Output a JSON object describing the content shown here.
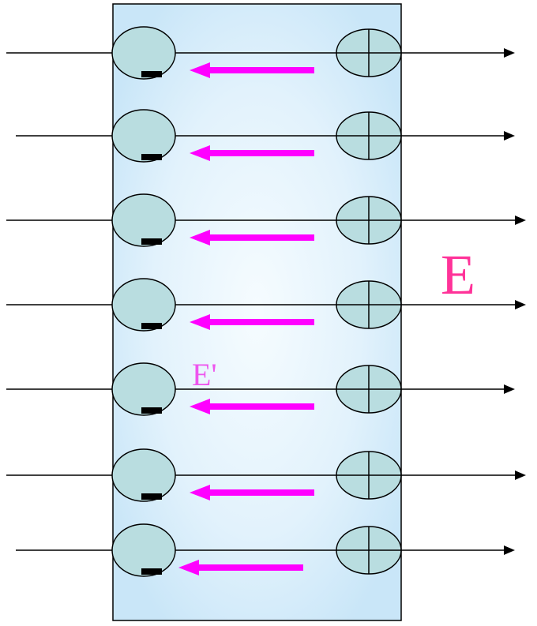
{
  "diagram": {
    "external_field_label": "E",
    "induced_field_label": "E'",
    "colors": {
      "slab_fill_edge": "#cfe8f7",
      "slab_fill_center": "#f4fbff",
      "slab_border": "#000000",
      "charge_fill": "#b9dde0",
      "field_line": "#000000",
      "induced_arrow": "#ff00ff",
      "label_color": "#ff3399"
    },
    "symbols": {
      "negative_charge": "minus",
      "positive_charge": "plus"
    },
    "rows": [
      {
        "id": "row-1"
      },
      {
        "id": "row-2"
      },
      {
        "id": "row-3"
      },
      {
        "id": "row-4"
      },
      {
        "id": "row-5"
      },
      {
        "id": "row-6"
      },
      {
        "id": "row-7"
      }
    ]
  }
}
